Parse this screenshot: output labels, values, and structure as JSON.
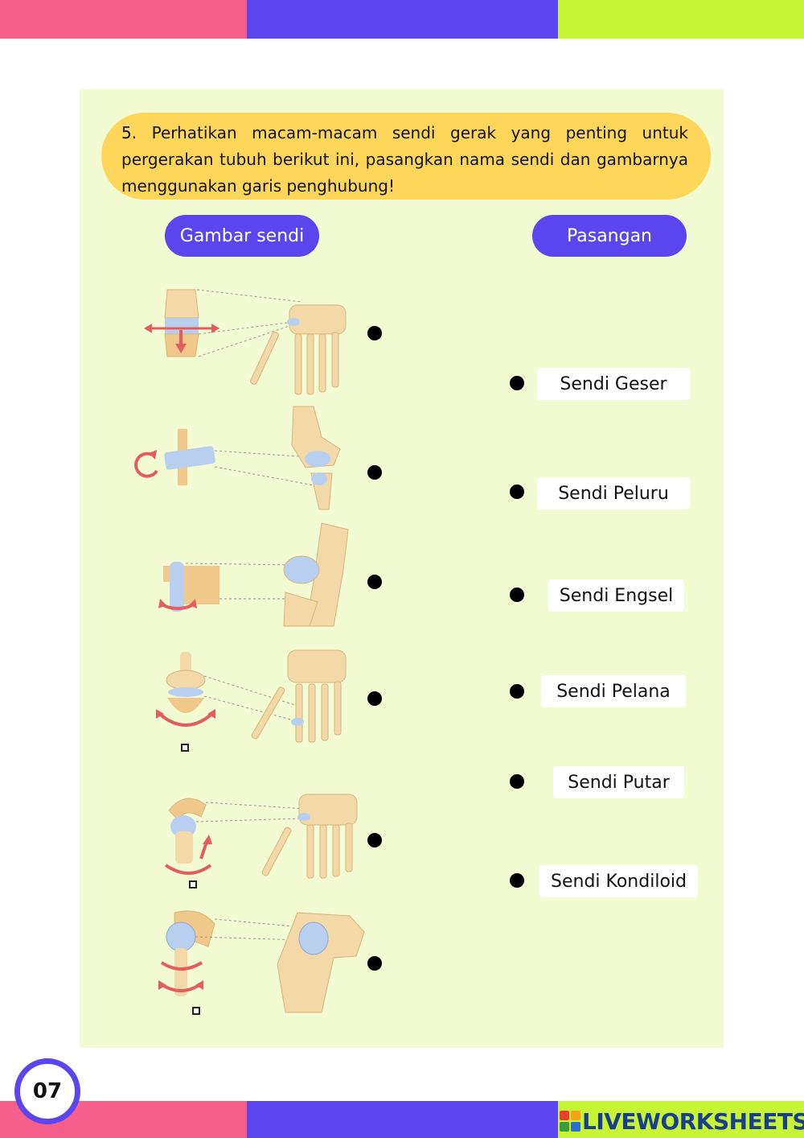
{
  "question": {
    "text": "5. Perhatikan macam-macam sendi gerak yang penting untuk pergerakan tubuh berikut ini, pasangkan nama sendi dan gambarnya menggunakan garis penghubung!"
  },
  "headers": {
    "left": "Gambar sendi",
    "right": "Pasangan"
  },
  "images": [
    {
      "icon": "gliding-joint-wrist-illustration"
    },
    {
      "icon": "hinge-joint-elbow-illustration"
    },
    {
      "icon": "pivot-joint-elbow-illustration"
    },
    {
      "icon": "saddle-joint-thumb-illustration"
    },
    {
      "icon": "condyloid-joint-wrist-illustration"
    },
    {
      "icon": "ball-socket-joint-shoulder-illustration"
    }
  ],
  "labels": [
    "Sendi Geser",
    "Sendi Peluru",
    "Sendi Engsel",
    "Sendi Pelana",
    "Sendi Putar",
    "Sendi Kondiloid"
  ],
  "page_number": "07",
  "brand": {
    "name": "LIVEWORKSHEETS"
  },
  "colors": {
    "pink": "#f65f8c",
    "purple": "#5d46f0",
    "lime": "#c7f536",
    "panel": "#f2fbd2",
    "question_bg": "#fed75a",
    "bone": "#f3d9a8",
    "cartilage": "#b9cff0"
  }
}
